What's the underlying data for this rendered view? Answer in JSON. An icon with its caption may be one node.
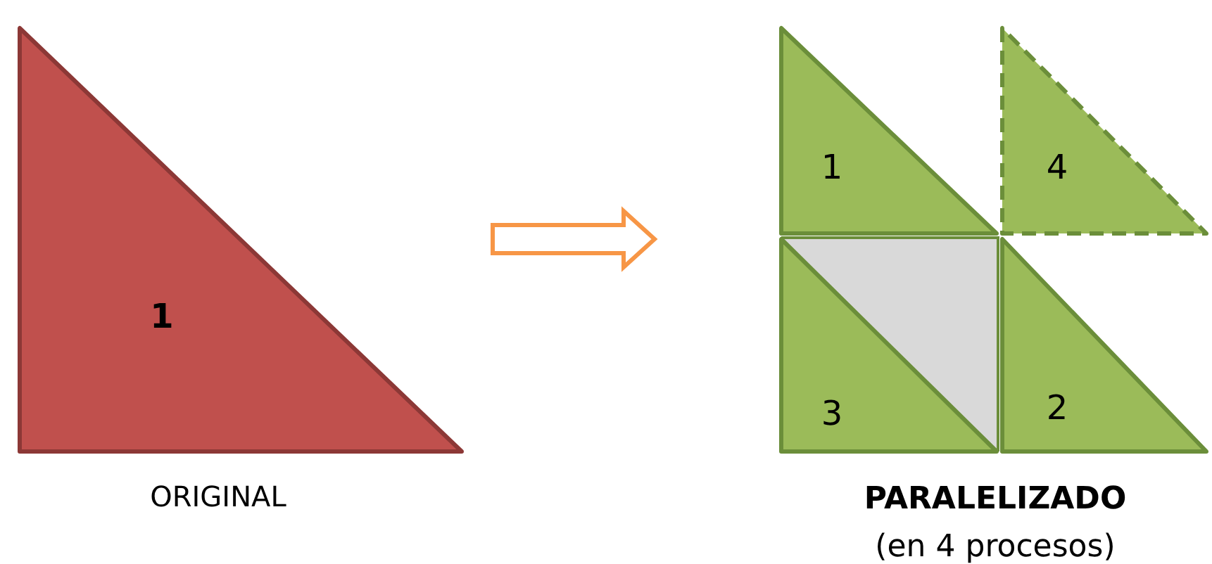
{
  "diagram": {
    "nodes": [
      {
        "text": [
          "1"
        ],
        "beside": [
          "ORIGINAL"
        ]
      },
      {
        "text": [
          "PARALELIZADO",
          "(en 4 procesos)"
        ]
      },
      {
        "text": [
          "1"
        ],
        "in": 1
      },
      {
        "text": [
          "4"
        ],
        "in": 1
      },
      {
        "text": [
          "3"
        ],
        "in": 1
      },
      {
        "text": [
          "2"
        ],
        "in": 1
      }
    ],
    "edges": [
      {
        "from": 0,
        "to": 1,
        "arrow": "to"
      }
    ]
  }
}
